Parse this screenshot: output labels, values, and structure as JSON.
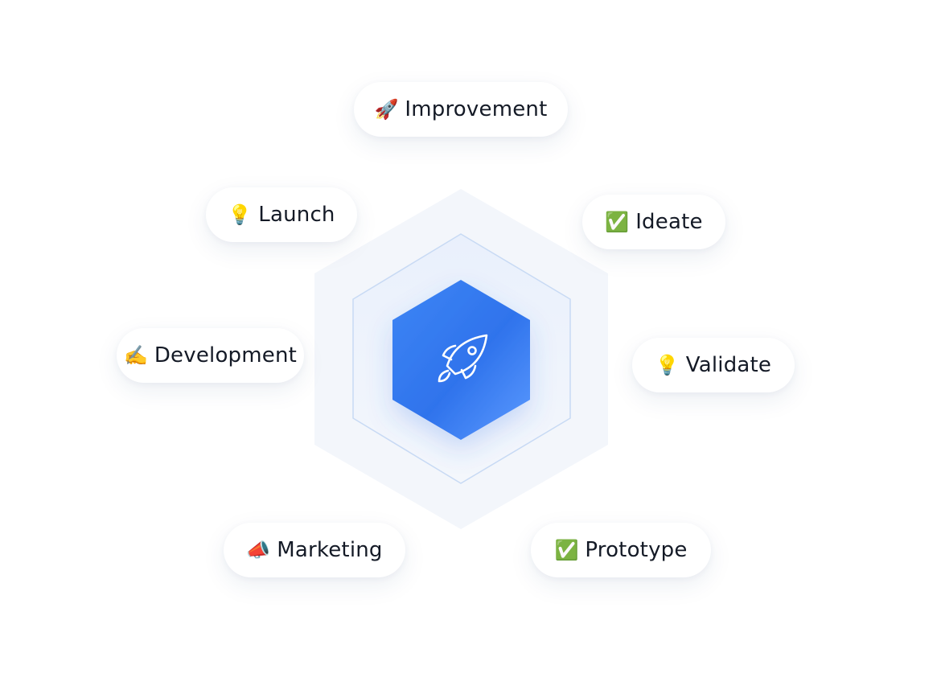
{
  "center": {
    "icon": "rocket-icon",
    "colors": {
      "hex_top": "#3b7ff0",
      "hex_bottom": "#2f6fe8",
      "outer_ring": "#f2f6fc",
      "inner_ring": "#e6eefb",
      "inner_ring_stroke": "#c9dbf5"
    }
  },
  "steps": [
    {
      "emoji": "🚀",
      "icon": "rocket-emoji-icon",
      "label": "Improvement"
    },
    {
      "emoji": "💡",
      "icon": "lightbulb-icon",
      "label": "Launch"
    },
    {
      "emoji": "✅",
      "icon": "check-mark-icon",
      "label": "Ideate"
    },
    {
      "emoji": "✍️",
      "icon": "writing-hand-icon",
      "label": "Development"
    },
    {
      "emoji": "💡",
      "icon": "lightbulb-icon",
      "label": "Validate"
    },
    {
      "emoji": "📣",
      "icon": "megaphone-icon",
      "label": "Marketing"
    },
    {
      "emoji": "✅",
      "icon": "check-mark-icon",
      "label": "Prototype"
    }
  ]
}
